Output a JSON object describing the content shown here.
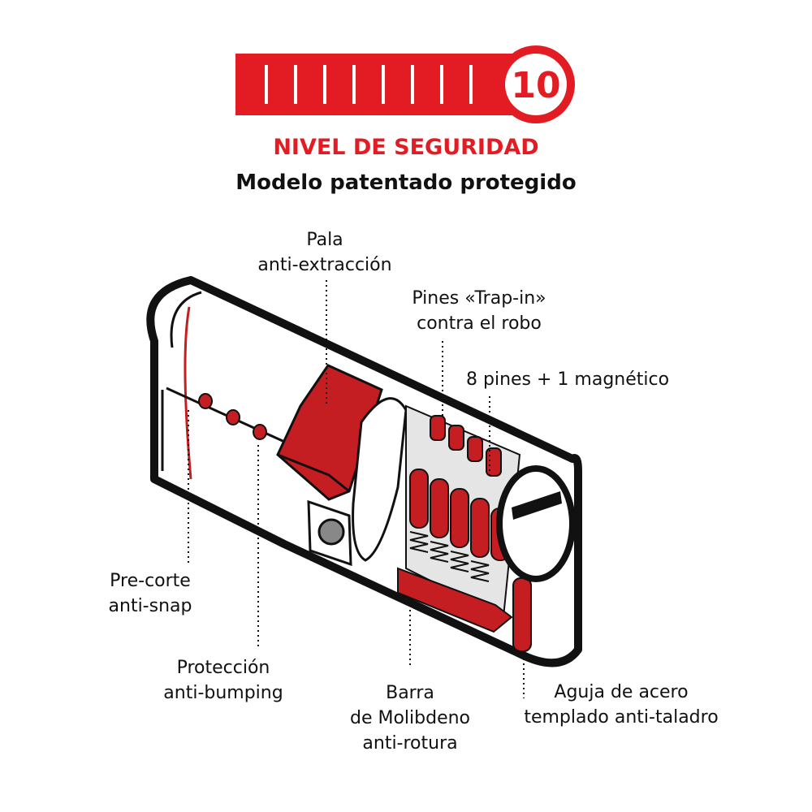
{
  "badge": {
    "level_number": "10",
    "level_title": "NIVEL DE SEGURIDAD"
  },
  "subtitle": "Modelo patentado protegido",
  "colors": {
    "brand_red": "#e31b23",
    "component_red": "#c41e22",
    "outline": "#111111"
  },
  "callouts": {
    "pala": {
      "line1": "Pala",
      "line2": "anti-extracción"
    },
    "trap_in": {
      "line1": "Pines «Trap-in»",
      "line2": "contra el robo"
    },
    "pines": {
      "line1": "8 pines + 1 magnético"
    },
    "pre_corte": {
      "line1": "Pre-corte",
      "line2": "anti-snap"
    },
    "bumping": {
      "line1": "Protección",
      "line2": "anti-bumping"
    },
    "barra": {
      "line1": "Barra",
      "line2": "de Molibdeno",
      "line3": "anti-rotura"
    },
    "aguja": {
      "line1": "Aguja de acero",
      "line2": "templado anti-taladro"
    }
  }
}
